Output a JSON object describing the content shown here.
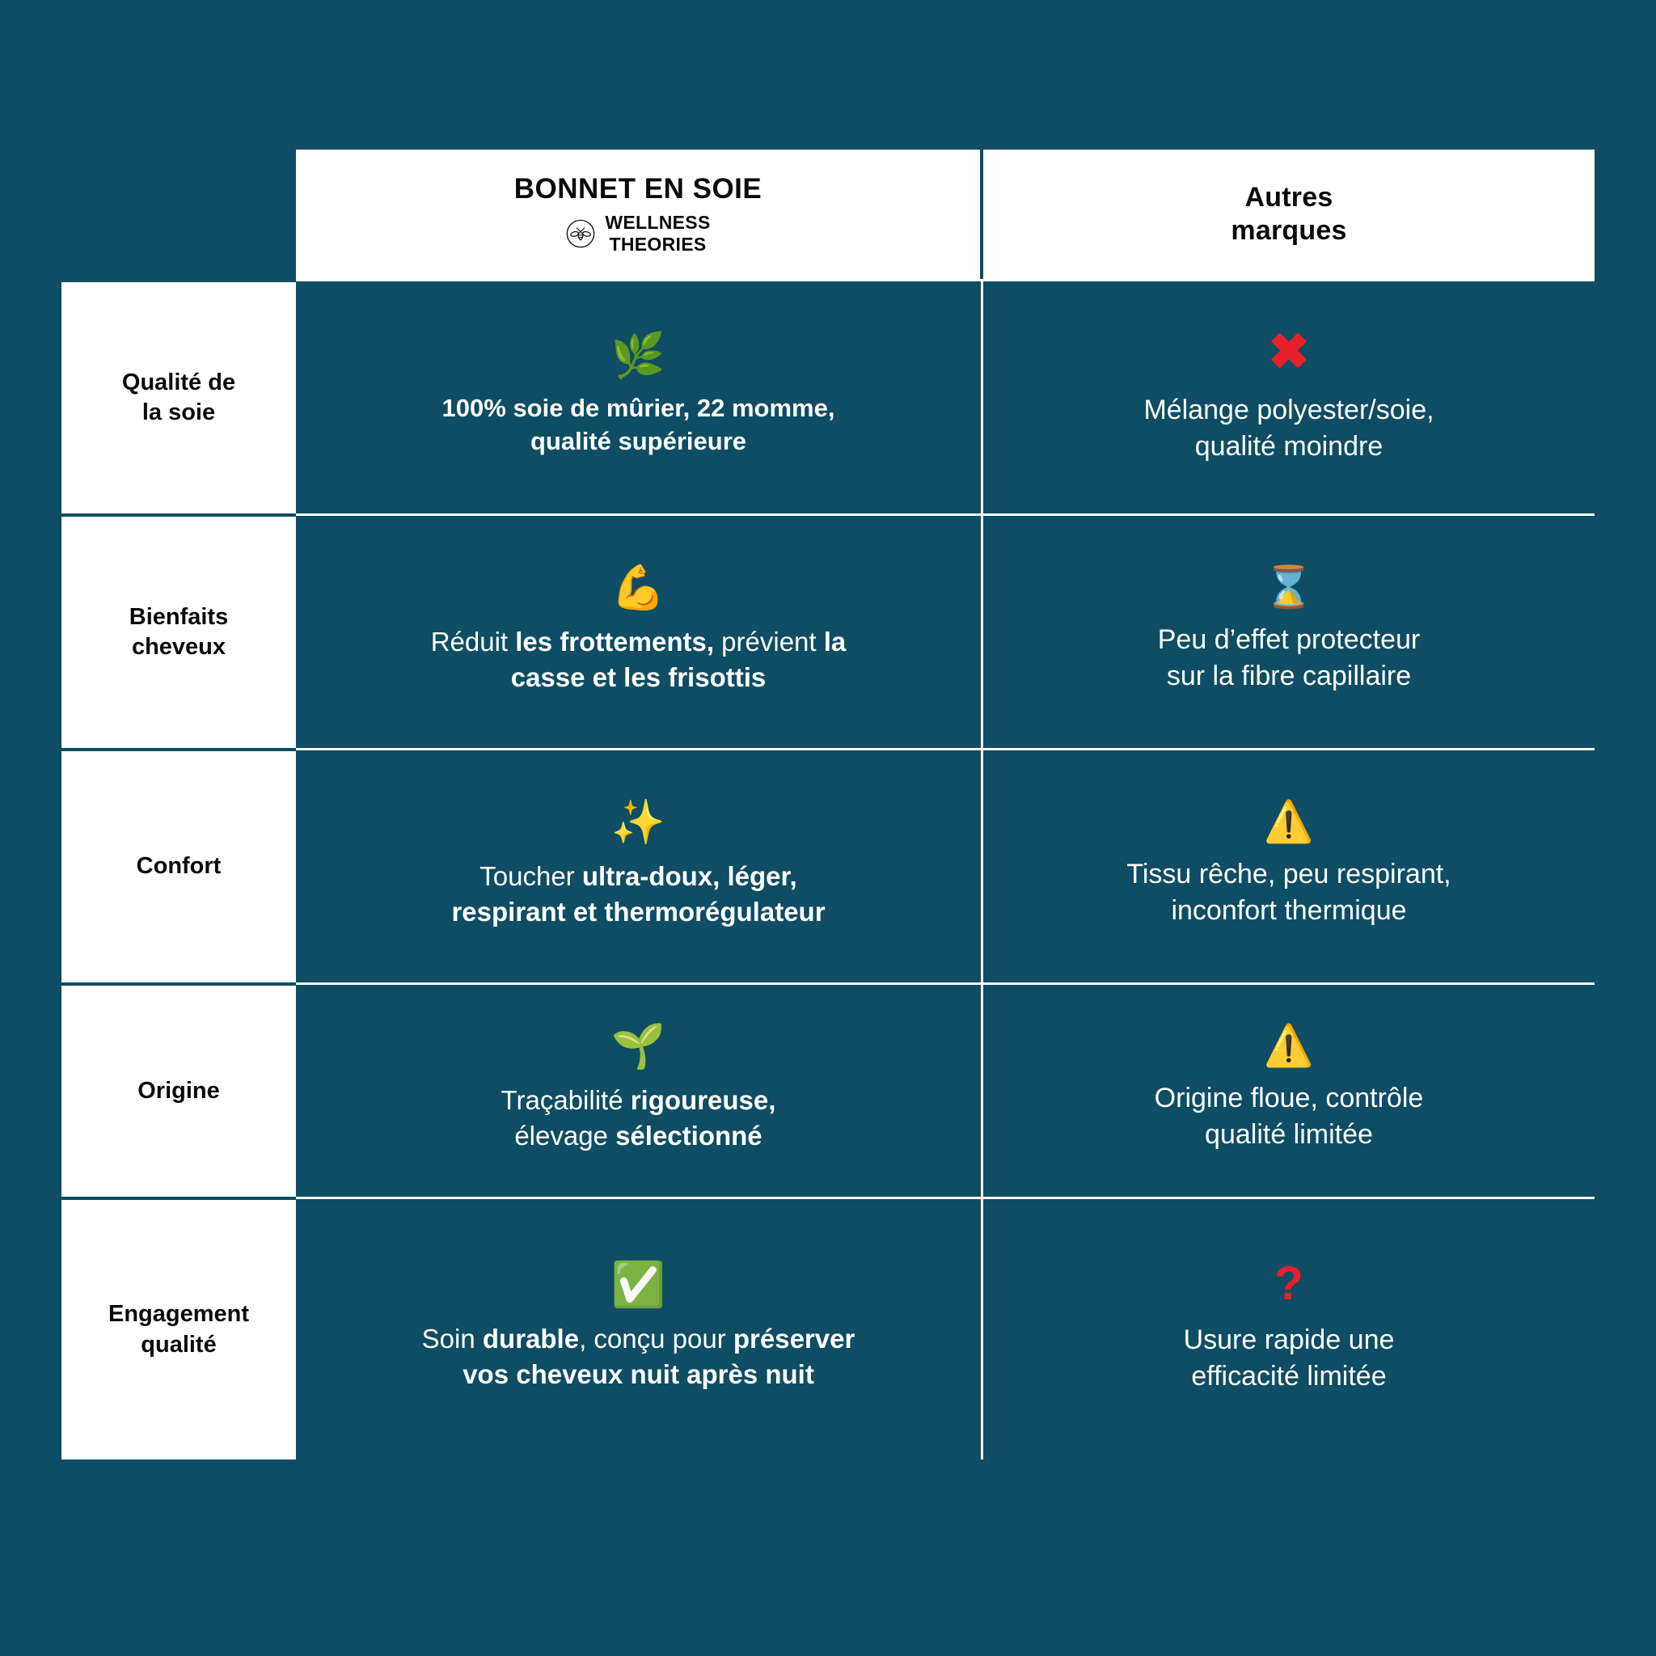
{
  "theme": {
    "background": "#0e4d63",
    "panel": "#ffffff",
    "text_on_dark": "#ffffff",
    "text_on_light": "#0a0a0a",
    "alert_red": "#e8202a"
  },
  "header": {
    "row_label_placeholder": "",
    "product_column": {
      "title": "BONNET EN SOIE",
      "brand_line1": "WELLNESS",
      "brand_line2": "THEORIES",
      "brand_mark": "bee-circle-logo"
    },
    "competitor_column": {
      "line1": "Autres",
      "line2": "marques"
    }
  },
  "rows": [
    {
      "label": "Qualité de\nla soie",
      "label_line1": "Qualité de",
      "label_line2": "la soie",
      "product": {
        "icon": "herb-leaf-emoji",
        "icon_glyph": "🌿",
        "text_line1": "100% soie de mûrier, 22 momme,",
        "text_line2": "qualité supérieure",
        "style": "all-bold"
      },
      "competitor": {
        "icon": "cross-mark-icon",
        "icon_glyph": "✖",
        "text_line1": "Mélange polyester/soie,",
        "text_line2": "qualité moindre"
      }
    },
    {
      "label_line1": "Bienfaits",
      "label_line2": "cheveux",
      "product": {
        "icon": "flexed-biceps-emoji",
        "icon_glyph": "💪",
        "text_line1_plain": "Réduit ",
        "text_line1_bold": "les frottements,",
        "text_line1_plain2": " prévient ",
        "text_line1_bold2": "la",
        "text_line2_bold": "casse et les frisottis",
        "style": "mixed"
      },
      "competitor": {
        "icon": "hourglass-emoji",
        "icon_glyph": "⌛",
        "text_line1": "Peu d’effet protecteur",
        "text_line2": "sur la fibre capillaire"
      }
    },
    {
      "label_line1": "Confort",
      "label_line2": "",
      "product": {
        "icon": "sparkles-emoji",
        "icon_glyph": "✨",
        "text_line1_plain": "Toucher ",
        "text_line1_bold": "ultra-doux, léger,",
        "text_line2_bold": "respirant et thermorégulateur",
        "style": "mixed"
      },
      "competitor": {
        "icon": "warning-sign-emoji",
        "icon_glyph": "⚠️",
        "text_line1": "Tissu rêche, peu respirant,",
        "text_line2": "inconfort thermique"
      }
    },
    {
      "label_line1": "Origine",
      "label_line2": "",
      "product": {
        "icon": "seedling-emoji",
        "icon_glyph": "🌱",
        "text_line1_plain": "Traçabilité ",
        "text_line1_bold": "rigoureuse,",
        "text_line2_plain": "élevage ",
        "text_line2_bold": "sélectionné",
        "style": "mixed"
      },
      "competitor": {
        "icon": "warning-sign-emoji",
        "icon_glyph": "⚠️",
        "text_line1": "Origine floue, contrôle",
        "text_line2": "qualité limitée"
      }
    },
    {
      "label_line1": "Engagement",
      "label_line2": "qualité",
      "product": {
        "icon": "check-mark-button-emoji",
        "icon_glyph": "✅",
        "text_line1_plain": "Soin ",
        "text_line1_bold": "durable",
        "text_line1_plain2": ", conçu pour ",
        "text_line1_bold2": "préserver",
        "text_line2_bold": "vos cheveux nuit après nuit",
        "style": "mixed"
      },
      "competitor": {
        "icon": "question-mark-icon",
        "icon_glyph": "?",
        "text_line1": "Usure rapide une",
        "text_line2": "efficacité limitée"
      }
    }
  ]
}
